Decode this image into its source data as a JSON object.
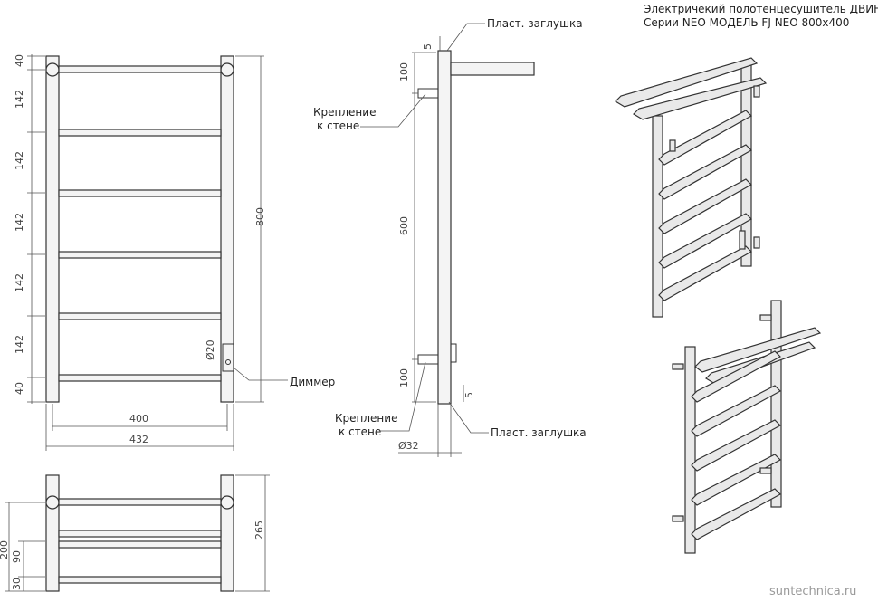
{
  "title": {
    "line1": "Электричекий полотенцесушитель ДВИН",
    "line2": "Серии NEO МОДЕЛЬ FJ NEO 800x400"
  },
  "front_view": {
    "dims_left": [
      "40",
      "142",
      "142",
      "142",
      "142",
      "142",
      "40"
    ],
    "height": "800",
    "width_inner": "400",
    "width_outer": "432",
    "pipe_diameter": "Ø20",
    "dimmer_label": "Диммер"
  },
  "side_view": {
    "top_cap_label": "Пласт. заглушка",
    "bottom_cap_label": "Пласт. заглушка",
    "mount_top_label_1": "Крепление",
    "mount_top_label_2": "к стене",
    "mount_bottom_label_1": "Крепление",
    "mount_bottom_label_2": "к стене",
    "dim_top_gap": "5",
    "dim_top": "100",
    "dim_middle": "600",
    "dim_bottom": "100",
    "dim_bottom_gap": "5",
    "pipe_diameter": "Ø32"
  },
  "top_view": {
    "depth": "265",
    "dim_200": "200",
    "dim_90": "90",
    "dim_30": "30"
  },
  "watermark": "suntechnica.ru"
}
